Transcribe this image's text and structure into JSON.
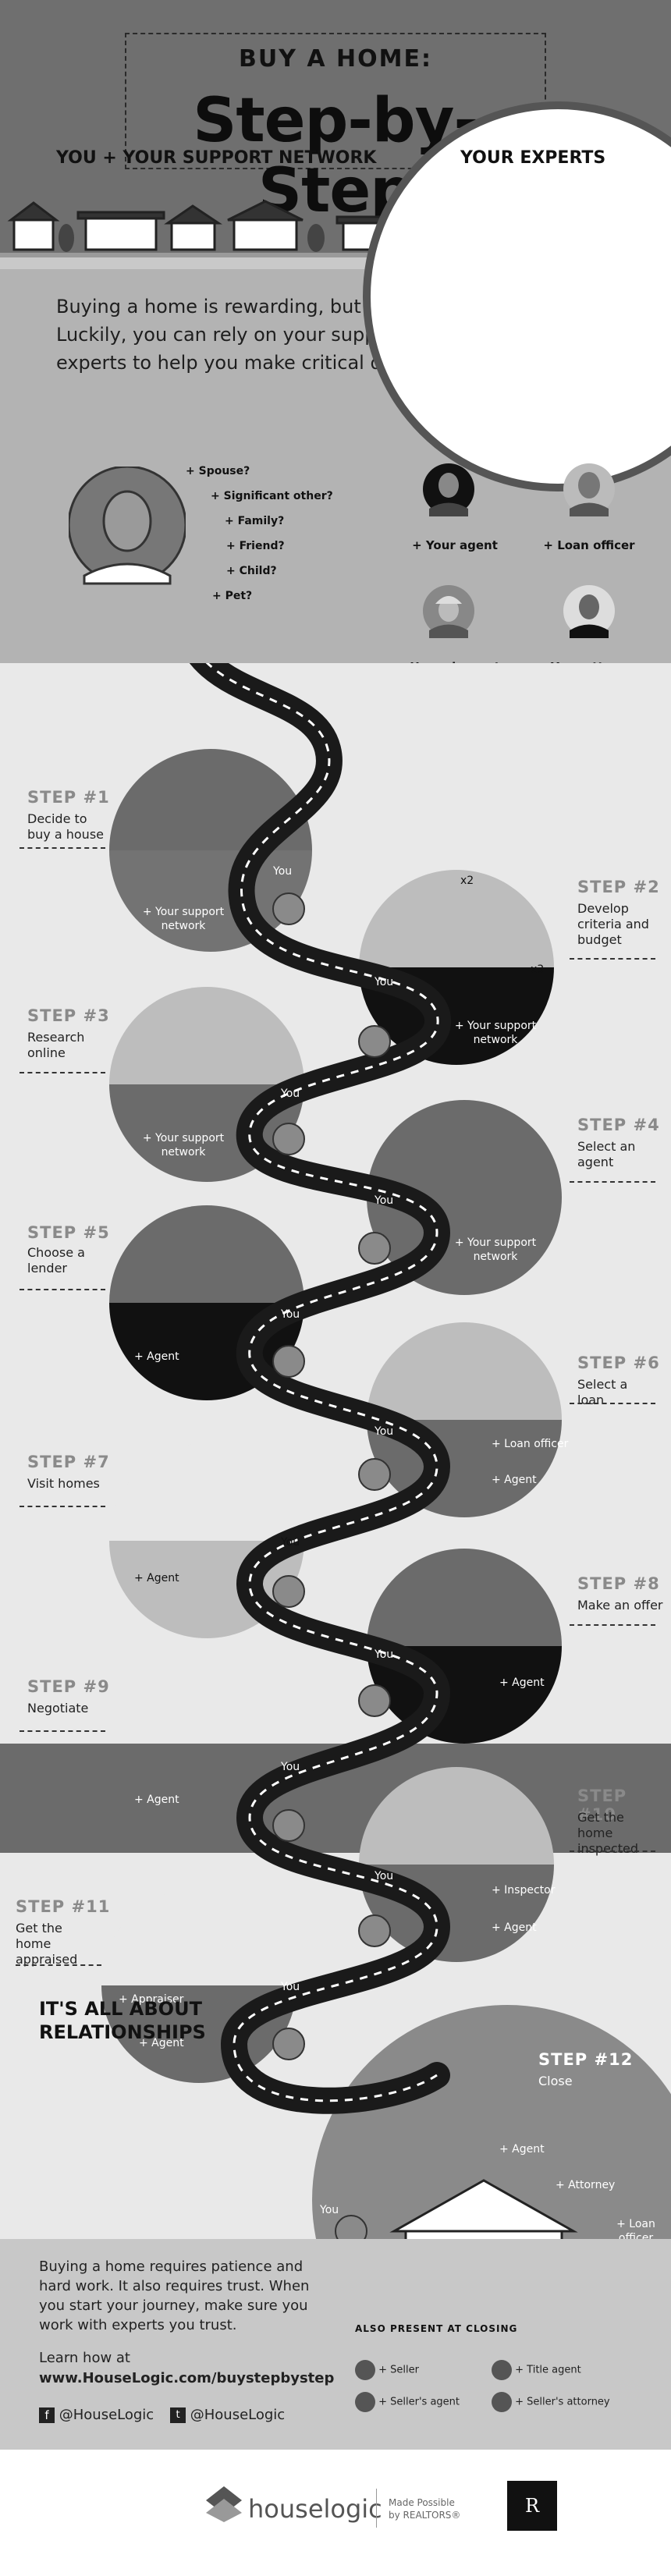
{
  "header": {
    "title_small": "BUY A HOME:",
    "title_big": "Step-by-Step"
  },
  "intro": {
    "text": "Buying a home is rewarding, but it takes a lot of work. Luckily, you can rely on your support network and trusted experts to help you make critical decisions along the way.",
    "support_title": "YOU + YOUR SUPPORT NETWORK",
    "support_items": [
      "+ Spouse?",
      "+ Significant other?",
      "+ Family?",
      "+ Friend?",
      "+ Child?",
      "+ Pet?"
    ],
    "experts_title": "YOUR EXPERTS",
    "experts": [
      "+ Your agent",
      "+ Loan officer",
      "+ Home inspector",
      "+ Your attorney"
    ]
  },
  "steps": [
    {
      "num": "STEP #1",
      "desc": "Decide to buy a house",
      "labels": [
        "You",
        "+ Your support network"
      ]
    },
    {
      "num": "STEP #2",
      "desc": "Develop criteria and budget",
      "labels": [
        "You",
        "+ Your support network"
      ],
      "icon_text": [
        "x2",
        "x3"
      ]
    },
    {
      "num": "STEP #3",
      "desc": "Research online",
      "labels": [
        "You",
        "+ Your support network"
      ]
    },
    {
      "num": "STEP #4",
      "desc": "Select an agent",
      "labels": [
        "You",
        "+ Your support network"
      ]
    },
    {
      "num": "STEP #5",
      "desc": "Choose a lender",
      "labels": [
        "You",
        "+ Agent"
      ]
    },
    {
      "num": "STEP #6",
      "desc": "Select a loan",
      "labels": [
        "You",
        "+ Loan officer",
        "+ Agent"
      ]
    },
    {
      "num": "STEP #7",
      "desc": "Visit homes",
      "labels": [
        "You",
        "+ Agent"
      ]
    },
    {
      "num": "STEP #8",
      "desc": "Make an offer",
      "labels": [
        "You",
        "+ Agent"
      ]
    },
    {
      "num": "STEP #9",
      "desc": "Negotiate",
      "labels": [
        "You",
        "+ Agent"
      ]
    },
    {
      "num": "STEP #10",
      "desc": "Get the home inspected",
      "labels": [
        "You",
        "+ Inspector",
        "+ Agent"
      ]
    },
    {
      "num": "STEP #11",
      "desc": "Get the home appraised",
      "labels": [
        "You",
        "+ Appraiser",
        "+ Agent"
      ]
    },
    {
      "num": "STEP #12",
      "desc": "Close",
      "labels": [
        "You",
        "+ Agent",
        "+ Attorney",
        "+ Loan officer"
      ]
    }
  ],
  "relationships": {
    "title_line1": "IT'S ALL ABOUT",
    "title_line2": "RELATIONSHIPS",
    "text": "Buying a home requires patience and hard work. It also requires trust. When you start your journey, make sure you work with experts you trust.",
    "learn_label": "Learn how at",
    "learn_url": "www.HouseLogic.com/buystepbystep",
    "facebook": "@HouseLogic",
    "twitter": "@HouseLogic",
    "also_title": "ALSO PRESENT AT CLOSING",
    "also_items": [
      "+ Seller",
      "+ Title agent",
      "+ Seller's agent",
      "+ Seller's attorney"
    ]
  },
  "footer": {
    "logo": "houselogic",
    "made_line1": "Made Possible",
    "made_line2": "by REALTORS®"
  }
}
